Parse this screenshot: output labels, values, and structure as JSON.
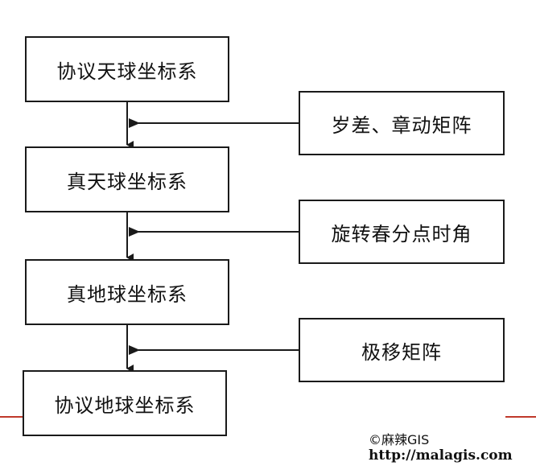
{
  "colors": {
    "line": "#1a1a1a",
    "accent_line": "#c0392b",
    "text": "#111111",
    "background": "#ffffff"
  },
  "main_flow": [
    {
      "label": "协议天球坐标系"
    },
    {
      "label": "真天球坐标系"
    },
    {
      "label": "真地球坐标系"
    },
    {
      "label": "协议地球坐标系"
    }
  ],
  "transforms": [
    {
      "label": "岁差、章动矩阵"
    },
    {
      "label": "旋转春分点时角"
    },
    {
      "label": "极移矩阵"
    }
  ],
  "footer": {
    "watermark": "©麻辣GIS",
    "url": "http://malagis.com"
  }
}
